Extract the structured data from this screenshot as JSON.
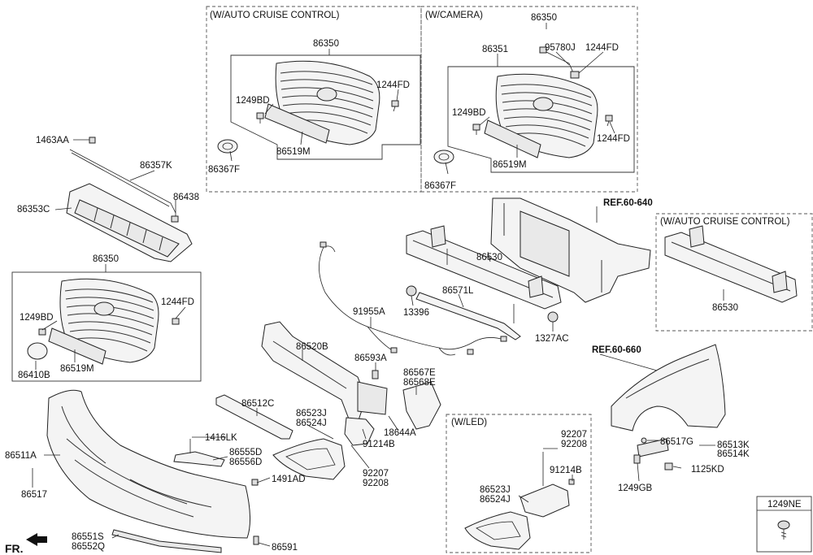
{
  "boxes": {
    "auto_cruise_top": "(W/AUTO CRUISE CONTROL)",
    "camera": "(W/CAMERA)",
    "auto_cruise_right": "(W/AUTO CRUISE CONTROL)",
    "led": "(W/LED)"
  },
  "refs": {
    "ref1": "REF.60-640",
    "ref2": "REF.60-660"
  },
  "labels": {
    "p86350_a": "86350",
    "p1249BD_a": "1249BD",
    "p1244FD_a": "1244FD",
    "p86367F_a": "86367F",
    "p86519M_a": "86519M",
    "p86350_b": "86350",
    "p86351": "86351",
    "p95780J": "95780J",
    "p1244FD_b": "1244FD",
    "p1249BD_b": "1249BD",
    "p1244FD_c": "1244FD",
    "p86367F_b": "86367F",
    "p86519M_b": "86519M",
    "p1463AA": "1463AA",
    "p86357K": "86357K",
    "p86438": "86438",
    "p86353C": "86353C",
    "p86350_c": "86350",
    "p1249BD_c": "1249BD",
    "p1244FD_d": "1244FD",
    "p86410B": "86410B",
    "p86519M_c": "86519M",
    "p86530_a": "86530",
    "p86571L": "86571L",
    "p13396": "13396",
    "p1327AC": "1327AC",
    "p86530_b": "86530",
    "p91955A": "91955A",
    "p86520B": "86520B",
    "p86593A": "86593A",
    "p86567E": "86567E",
    "p86568E": "86568E",
    "p86512C": "86512C",
    "p86523J_a": "86523J",
    "p86524J_a": "86524J",
    "p18644A": "18644A",
    "p91214B_a": "91214B",
    "p92207_a": "92207",
    "p92208_a": "92208",
    "p1416LK": "1416LK",
    "p86555D": "86555D",
    "p86556D": "86556D",
    "p86511A": "86511A",
    "p86517": "86517",
    "p1491AD": "1491AD",
    "p86551S": "86551S",
    "p86552Q": "86552Q",
    "p86591": "86591",
    "p92207_b": "92207",
    "p92208_b": "92208",
    "p91214B_b": "91214B",
    "p86523J_b": "86523J",
    "p86524J_b": "86524J",
    "p86517G": "86517G",
    "p86513K": "86513K",
    "p86514K": "86514K",
    "p1125KD": "1125KD",
    "p1249GB": "1249GB",
    "p1249NE": "1249NE"
  },
  "footer": {
    "fr": "FR."
  }
}
